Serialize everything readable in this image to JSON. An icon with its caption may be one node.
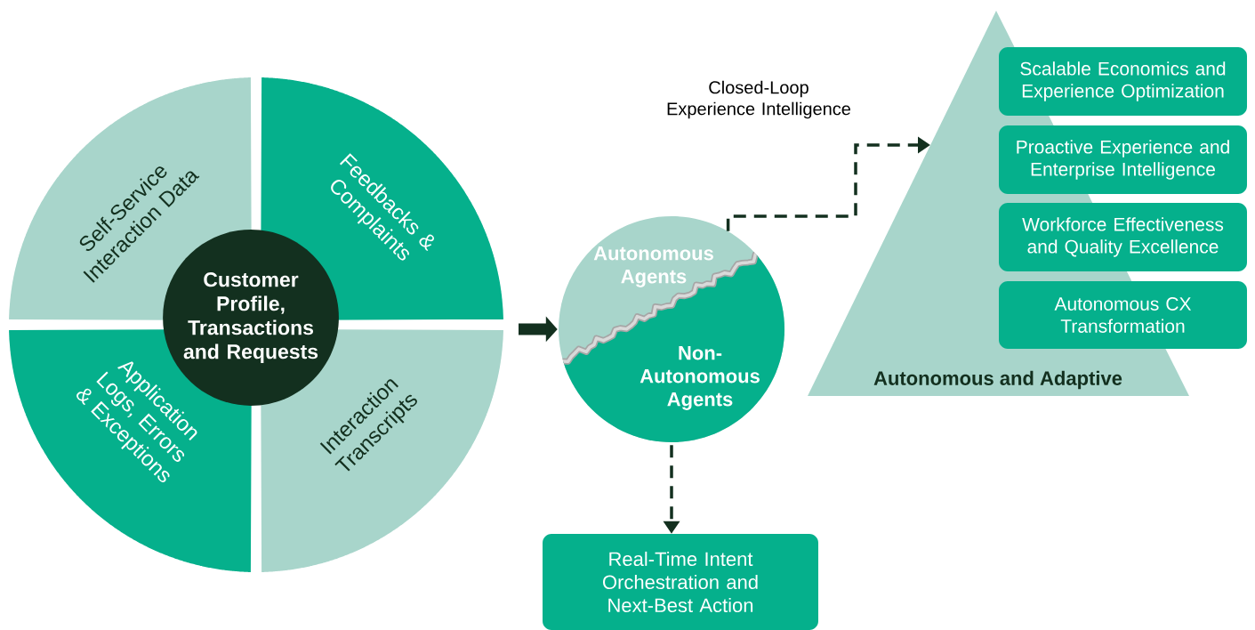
{
  "diagram": {
    "nodes": [
      {
        "text": [
          "Self-Service Interaction Data"
        ]
      },
      {
        "text": [
          "Feedbacks & Complaints"
        ]
      },
      {
        "text": [
          "Customer Profile, Transactions and Requests"
        ]
      },
      {
        "text": [
          "Application Logs, Errors & Exceptions"
        ]
      },
      {
        "text": [
          "Interaction Transcripts"
        ]
      },
      {
        "text": [
          "Autonomous Agents",
          "Non-Autonomous Agents"
        ]
      },
      {
        "text": [
          "Autonomous and Adaptive"
        ]
      },
      {
        "text": [
          "Scalable Economics and Experience Optimization"
        ]
      },
      {
        "text": [
          "Proactive Experience and Enterprise Intelligence"
        ]
      },
      {
        "text": [
          "Workforce Effectiveness and Quality Excellence"
        ]
      },
      {
        "text": [
          "Autonomous CX Transformation"
        ]
      },
      {
        "text": [
          "Real-Time Intent Orchestration and Next-Best Action"
        ]
      }
    ],
    "edges": [
      {
        "from": null,
        "to": 5,
        "arrow": "to",
        "style": "thick"
      },
      {
        "from": 5,
        "to": 6,
        "arrow": "to",
        "style": "dashed",
        "label": "Closed-Loop Experience Intelligence"
      },
      {
        "from": 5,
        "to": 11,
        "arrow": "to",
        "style": "dashed"
      }
    ]
  }
}
